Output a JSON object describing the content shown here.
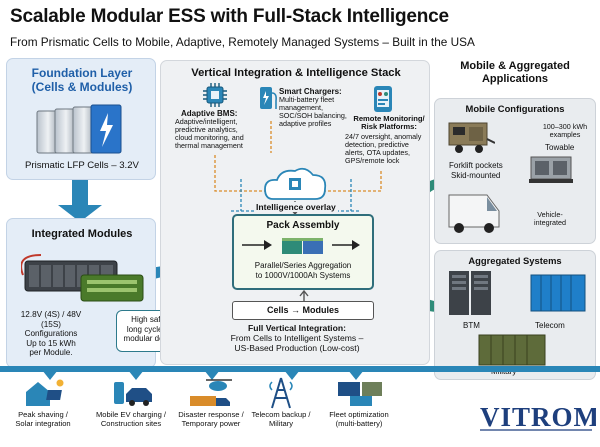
{
  "header": {
    "title": "Scalable Modular ESS with Full-Stack Intelligence",
    "subtitle": "From Prismatic Cells to Mobile, Adaptive, Remotely Managed Systems – Built in the USA"
  },
  "foundation": {
    "heading_line1": "Foundation Layer",
    "heading_line2": "(Cells & Modules)",
    "cell_label": "Prismatic LFP Cells – 3.2V"
  },
  "modules": {
    "heading": "Integrated Modules",
    "config_line1": "12.8V (4S) / 48V (15S)",
    "config_line2": "Configurations",
    "config_line3": "Up to 15 kWh",
    "config_line4": "per Module.",
    "callout_line1": "High safety,",
    "callout_line2": "long cycle life,",
    "callout_line3": "modular design."
  },
  "stack": {
    "heading": "Vertical Integration & Intelligence Stack",
    "bms_title": "Adaptive BMS:",
    "bms_text": [
      "Adaptive/intelligent,",
      "predictive analytics,",
      "cloud monitoring, and",
      "thermal management"
    ],
    "chargers_title": "Smart Chargers:",
    "chargers_text": [
      "Multi-battery fleet",
      "management,",
      "SOC/SOH balancing,",
      "adaptive profiles"
    ],
    "remote_title": "Remote Monitoring/",
    "remote_title2": "Risk Platforms:",
    "remote_text": [
      "24/7 oversight, anomaly",
      "detection, predictive",
      "alerts, OTA updates,",
      "GPS/remote lock"
    ],
    "overlay_label": "Intelligence overlay",
    "pack_title": "Pack Assembly",
    "pack_text_line1": "Parallel/Series Aggregation",
    "pack_text_line2": "to 1000V/1000Ah Systems",
    "cells_modules": "Cells → Modules",
    "fvi_title": "Full Vertical Integration:",
    "fvi_line1": "From Cells to Intelligent Systems –",
    "fvi_line2": "US-Based Production (Low-cost)"
  },
  "applications": {
    "heading_line1": "Mobile & Aggregated",
    "heading_line2": "Applications",
    "mobile_heading": "Mobile Configurations",
    "kwh_line1": "100–300 kWh",
    "kwh_line2": "examples",
    "towable": "Towable",
    "forklift": "Forklift pockets",
    "skid": "Skid-mounted",
    "vehicle_line1": "Vehicle-",
    "vehicle_line2": "integrated",
    "agg_heading": "Aggregated Systems",
    "btm": "BTM",
    "telecom": "Telecom",
    "military": "Military"
  },
  "use_cases": [
    {
      "line1": "Peak shaving /",
      "line2": "Solar integration",
      "icon": "solar-house-icon"
    },
    {
      "line1": "Mobile EV charging /",
      "line2": "Construction sites",
      "icon": "ev-charger-icon"
    },
    {
      "line1": "Disaster response /",
      "line2": "Temporary power",
      "icon": "helicopter-truck-icon"
    },
    {
      "line1": "Telecom backup /",
      "line2": "Military",
      "icon": "telecom-tower-icon"
    },
    {
      "line1": "Fleet optimization",
      "line2": "(multi-battery)",
      "icon": "fleet-icon"
    }
  ],
  "brand": {
    "logo_text": "VITROM"
  },
  "colors": {
    "accent_blue": "#1f5fa8",
    "arrow_blue": "#2a86b7",
    "arrow_green": "#2e8b78",
    "panel_blue": "#e4edf7"
  }
}
